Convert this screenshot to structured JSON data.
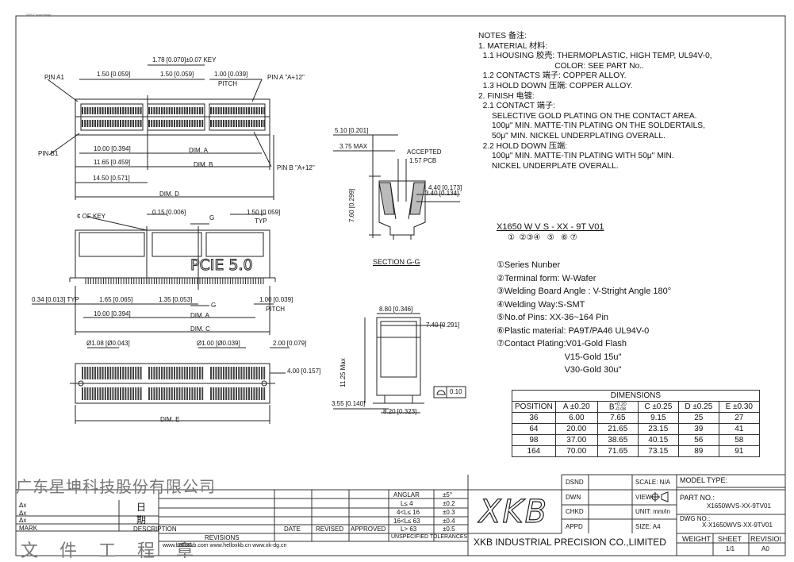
{
  "header": {
    "small_tag": "XKB Connectivity"
  },
  "drawing_top": {
    "pin_a1": "PIN A1",
    "pin_b1": "PIN B1",
    "pin_a_a12": "PIN A \"A+12\"",
    "pin_b_b12": "PIN B \"A+12\"",
    "dim_150": "1.50 [0.059]",
    "key": "1.78 [0.070]±0.07 KEY",
    "dim_150b": "1.50 [0.059]",
    "pitch_100": "1.00 [0.039]",
    "pitch": "PITCH",
    "dim_1000": "10.00 [0.394]",
    "dim_a": "DIM. A",
    "dim_1165": "11.65 [0.459]",
    "dim_b": "DIM. B",
    "dim_1450": "14.50 [0.571]",
    "dim_d": "DIM. D"
  },
  "drawing_mid": {
    "of_key": "¢ OF KEY",
    "dim_015": "0.15 [0.006]",
    "g_top": "G",
    "dim_150_typ": "1.50 [0.059]",
    "typ": "TYP",
    "pcie": "PCIE 5.0",
    "dim_034": "0.34 [0.013] TYP",
    "dim_165": "1.65 [0.065]",
    "dim_135": "1.35 [0.053]",
    "g_bot": "G",
    "dim_100": "1.00 [0.039]",
    "pitch": "PITCH",
    "dim_1000": "10.00 [0.394]",
    "dim_a": "DIM. A",
    "dim_c": "DIM. C"
  },
  "drawing_bot": {
    "hole_108": "Ø1.08 [Ø0.043]",
    "hole_100": "Ø1.00 [Ø0.039]",
    "dim_200": "2.00 [0.079]",
    "dim_400": "4.00 [0.157]",
    "dim_e": "DIM. E"
  },
  "section": {
    "dim_510": "5.10 [0.201]",
    "dim_375": "3.75 MAX",
    "accepted": "ACCEPTED",
    "pcb": "1.57 PCB",
    "dim_760": "7.60 [0.299]",
    "dim_440": "4.40 [0.173]",
    "dim_340": "3.40 [0.134]",
    "title": "SECTION G-G"
  },
  "side": {
    "dim_880": "8.80 [0.346]",
    "dim_740": "7.40 [0.291]",
    "dim_1125": "11.25 Max",
    "flat": "0.10",
    "dim_355": "3.55 [0.140]",
    "dim_820": "8.20 [0.323]"
  },
  "notes": [
    "NOTES 备注:",
    "1. MATERIAL 材料:",
    "  1.1 HOUSING 胶壳: THERMOPLASTIC, HIGH TEMP, UL94V-0,",
    "                                  COLOR: SEE PART No..",
    "  1.2 CONTACTS 端子: COPPER ALLOY.",
    "  1.3 HOLD DOWN 压端: COPPER ALLOY.",
    "2. FINISH 电镀:",
    "  2.1 CONTACT 端子:",
    "      SELECTIVE GOLD PLATING ON THE CONTACT AREA.",
    "      100μ\" MIN. MATTE-TIN PLATING ON THE SOLDERTAILS,",
    "      50μ\" MIN. NICKEL UNDERPLATING OVERALL.",
    "  2.2 HOLD DOWN 压端:",
    "      100μ\" MIN. MATTE-TIN PLATING WITH 50μ\" MIN.",
    "      NICKEL UNDERPLATE OVERALL."
  ],
  "part_code": {
    "code": "X1650 W V S - XX - 9T V01",
    "marks": "①  ②③④   ⑤   ⑥ ⑦"
  },
  "legend": [
    "①Series Nunber",
    "②Terminal form: W-Wafer",
    "③Welding Board Angle : V-Stright Angle 180°",
    "④Welding Way:S-SMT",
    "⑤No.of Pins: XX-36~164 Pin",
    "⑥Plastic material: PA9T/PA46 UL94V-0",
    "⑦Contact Plating:V01-Gold Flash",
    "                            V15-Gold 15u\"",
    "                            V30-Gold 30u\""
  ],
  "dimensions": {
    "title": "DIMENSIONS",
    "headers": [
      "POSITION",
      "A ±0.20",
      "B",
      "C ±0.25",
      "D ±0.25",
      "E ±0.30"
    ],
    "b_tol_top": "+0.20",
    "b_tol_bot": "-0.08",
    "rows": [
      [
        "36",
        "6.00",
        "7.65",
        "9.15",
        "25",
        "27"
      ],
      [
        "64",
        "20.00",
        "21.65",
        "23.15",
        "39",
        "41"
      ],
      [
        "98",
        "37.00",
        "38.65",
        "40.15",
        "56",
        "58"
      ],
      [
        "164",
        "70.00",
        "71.65",
        "73.15",
        "89",
        "91"
      ]
    ]
  },
  "title_block": {
    "company_cn": "广东星坤科技股份有限公司",
    "seal_cn": "文 件 工 程 章",
    "mark": "MARK",
    "description": "DESCRIPTION",
    "date": "DATE",
    "revised": "REVISED",
    "approved": "APPROVED",
    "revisions": "REVISIONS",
    "websites": "www.helloxkb.com  www.helloxkb.cn  www.xk-dg.cn",
    "delta_rows": [
      "Δx",
      "Δx",
      "Δx"
    ],
    "ri": "日",
    "qi": "期",
    "tolerances": [
      [
        "ANGLAR",
        "±5°"
      ],
      [
        "L≤  4",
        "±0.2"
      ],
      [
        "4<L≤  16",
        "±0.3"
      ],
      [
        "16<L≤  63",
        "±0.4"
      ],
      [
        "L>  63",
        "±0.5"
      ]
    ],
    "unspecified": "UNSPECIFIED TOLERANCES",
    "logo": "XKB",
    "company_en": "XKB INDUSTRIAL PRECISION CO.,LIMITED",
    "dsnd": "DSND",
    "dwn": "DWN",
    "chkd": "CHKD",
    "appd": "APPD",
    "scale": "SCALE: N/A",
    "view": "VIEW:",
    "unit": "UNIT: mm/in",
    "size": "SIZE: A4",
    "model_type": "MODEL TYPE:",
    "part_no_label": "PART NO.:",
    "part_no": "X1650WVS-XX-9TV01",
    "dwg_no_label": "DWG NO.:",
    "dwg_no": "X-X1650WVS-XX-9TV01",
    "weight": "WEIGHT",
    "sheet": "SHEET",
    "revision": "REVISIOI",
    "sheet_val": "1/1",
    "rev_val": "A0"
  }
}
